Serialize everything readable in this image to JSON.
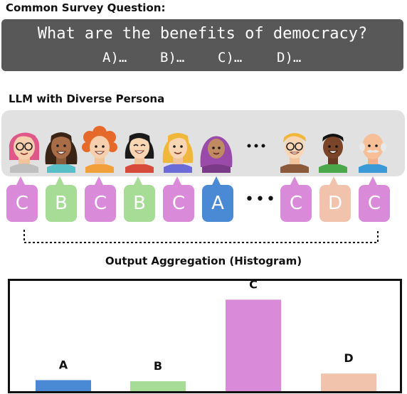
{
  "survey": {
    "heading": "Common Survey Question:",
    "question": "What are the benefits of democracy?",
    "options": [
      "A)…",
      "B)…",
      "C)…",
      "D)…"
    ]
  },
  "personas": {
    "heading": "LLM with Diverse Persona",
    "ellipsis": "…",
    "avatars": [
      "pink-hair-glasses",
      "dark-curly-hair",
      "red-curly-hair",
      "black-hair-smiling",
      "blonde-hair",
      "purple-hijab",
      "blonde-glasses",
      "dark-skin-smiling",
      "bald-mustache-elder"
    ],
    "answers": [
      {
        "label": "C",
        "color": "#d98bd9"
      },
      {
        "label": "B",
        "color": "#a7dc97"
      },
      {
        "label": "C",
        "color": "#d98bd9"
      },
      {
        "label": "B",
        "color": "#a7dc97"
      },
      {
        "label": "C",
        "color": "#d98bd9"
      },
      {
        "label": "A",
        "color": "#4a8ad4"
      },
      {
        "label": "C",
        "color": "#d98bd9"
      },
      {
        "label": "D",
        "color": "#f2c3ac"
      },
      {
        "label": "C",
        "color": "#d98bd9"
      }
    ]
  },
  "aggregation": {
    "heading": "Output Aggregation (Histogram)"
  },
  "chart_data": {
    "type": "bar",
    "categories": [
      "A",
      "B",
      "C",
      "D"
    ],
    "values": [
      1,
      0.9,
      8.3,
      1.6
    ],
    "colors": [
      "#4a8ad4",
      "#a7dc97",
      "#d98bd9",
      "#f2c3ac"
    ],
    "ylim": [
      0,
      10
    ],
    "grid": false
  }
}
